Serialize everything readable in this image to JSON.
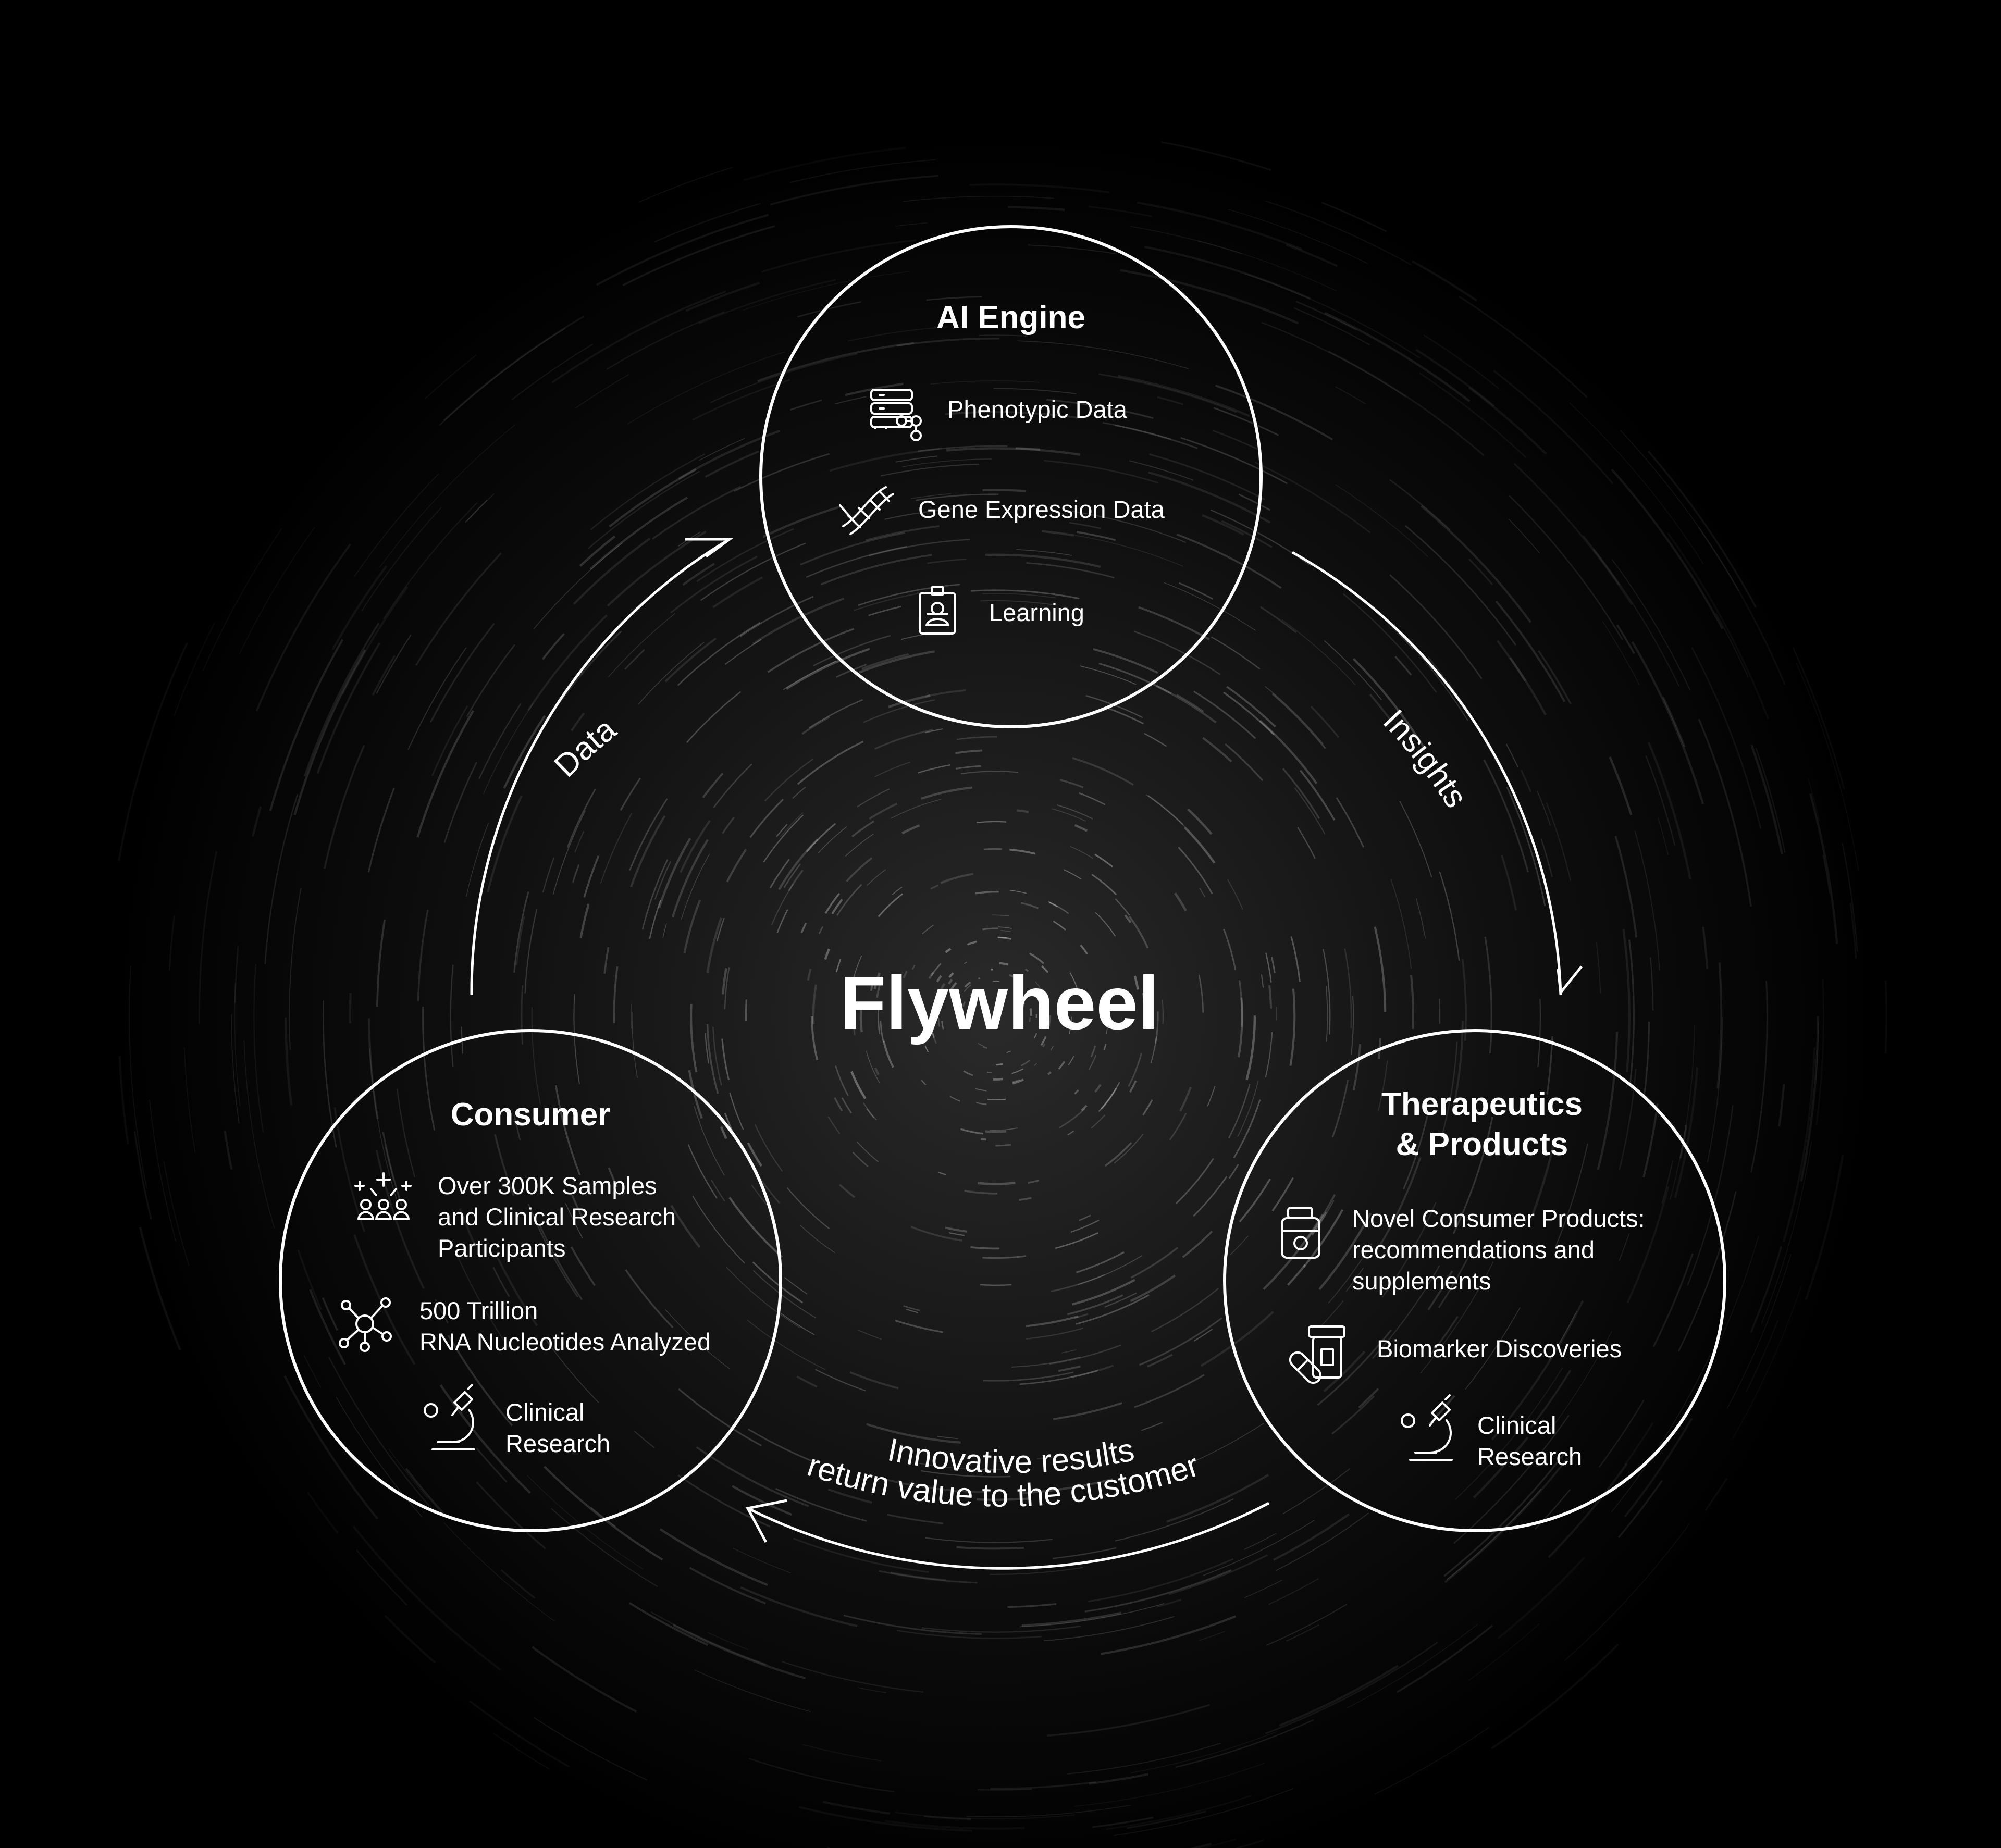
{
  "center_title": "Flywheel",
  "nodes": {
    "ai_engine": {
      "title": "AI Engine",
      "items": [
        {
          "icon": "server-network-icon",
          "lines": [
            "Phenotypic Data"
          ]
        },
        {
          "icon": "dna-icon",
          "lines": [
            "Gene Expression Data"
          ]
        },
        {
          "icon": "id-badge-icon",
          "lines": [
            "Learning"
          ]
        }
      ]
    },
    "consumer": {
      "title": "Consumer",
      "items": [
        {
          "icon": "people-sparkle-icon",
          "lines": [
            "Over 300K Samples",
            "and Clinical Research",
            "Participants"
          ]
        },
        {
          "icon": "molecule-network-icon",
          "lines": [
            "500 Trillion",
            "RNA Nucleotides Analyzed"
          ]
        },
        {
          "icon": "microscope-icon",
          "lines": [
            "Clinical",
            "Research"
          ]
        }
      ]
    },
    "therapeutics": {
      "title_lines": [
        "Therapeutics",
        "& Products"
      ],
      "items": [
        {
          "icon": "supplement-jar-icon",
          "lines": [
            "Novel Consumer Products:",
            "recommendations and",
            "supplements"
          ]
        },
        {
          "icon": "pill-bottle-icon",
          "lines": [
            "Biomarker Discoveries"
          ]
        },
        {
          "icon": "microscope-icon",
          "lines": [
            "Clinical",
            "Research"
          ]
        }
      ]
    }
  },
  "flows": {
    "data": "Data",
    "insights": "Insights",
    "results_line1": "Innovative results",
    "results_line2": "return value to the customer"
  },
  "colors": {
    "background": "#000000",
    "foreground": "#ffffff"
  }
}
